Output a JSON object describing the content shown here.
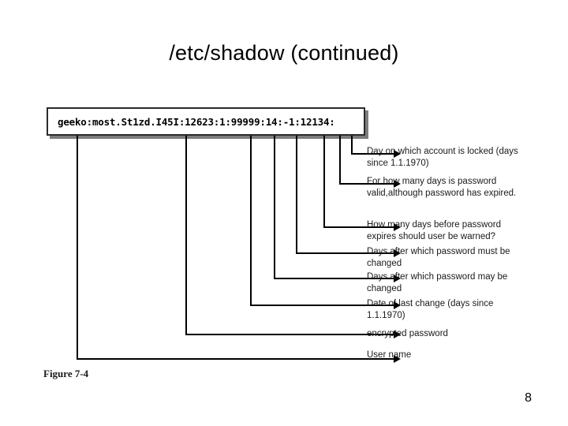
{
  "slide": {
    "title": "/etc/shadow (continued)",
    "page_number": "8"
  },
  "figure": {
    "caption": "Figure 7-4",
    "code_line": "geeko:most.St1zd.I45I:12623:1:99999:14:-1:12134:",
    "annotations": [
      {
        "id": "account-locked",
        "text": "Day on which account is locked (days since 1.1.1970)"
      },
      {
        "id": "password-valid",
        "text": "For how many days is password valid,although password has expired."
      },
      {
        "id": "warn-days",
        "text": "How many days before password expires should user be warned?"
      },
      {
        "id": "max-days",
        "text": "Days after which password must be changed"
      },
      {
        "id": "min-days",
        "text": "Days after which password may be changed"
      },
      {
        "id": "last-change",
        "text": "Date of last change (days since 1.1.1970)"
      },
      {
        "id": "encrypted-password",
        "text": "encrypted password"
      },
      {
        "id": "user-name",
        "text": "User name"
      }
    ]
  }
}
